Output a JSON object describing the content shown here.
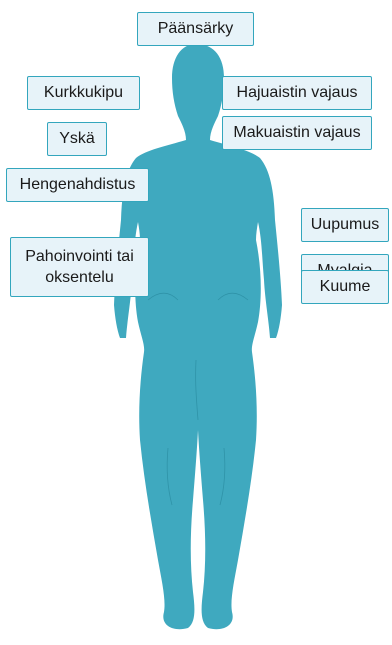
{
  "colors": {
    "body_fill": "#3fa9bf",
    "label_fill": "#e7f3f9",
    "label_border": "#33a6bd"
  },
  "symptoms": {
    "headache": "Päänsärky",
    "sore_throat": "Kurkkukipu",
    "smell_loss": "Hajuaistin vajaus",
    "taste_loss": "Makuaistin vajaus",
    "cough": "Yskä",
    "shortness_of_breath": "Hengenahdistus",
    "fatigue": "Uupumus",
    "myalgia": "Myalgia",
    "fever": "Kuume",
    "nausea": "Pahoinvointi tai oksentelu"
  }
}
